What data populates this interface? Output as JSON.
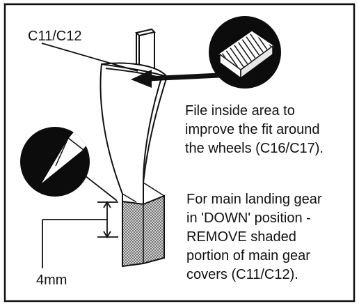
{
  "part_label": "C11/C12",
  "file_note": [
    "File inside area to",
    "improve the fit around",
    "the wheels (C16/C17)."
  ],
  "remove_note": [
    "For main landing gear",
    "in 'DOWN' position -",
    "REMOVE shaded",
    "portion of main gear",
    "covers (C11/C12)."
  ],
  "dimension_label": "4mm",
  "icons": {
    "file_tool": "file-tool-icon",
    "knife_tool": "hobby-knife-icon"
  },
  "colors": {
    "ink": "#111111",
    "paper": "#ffffff",
    "shading": "#9a9a9a"
  }
}
